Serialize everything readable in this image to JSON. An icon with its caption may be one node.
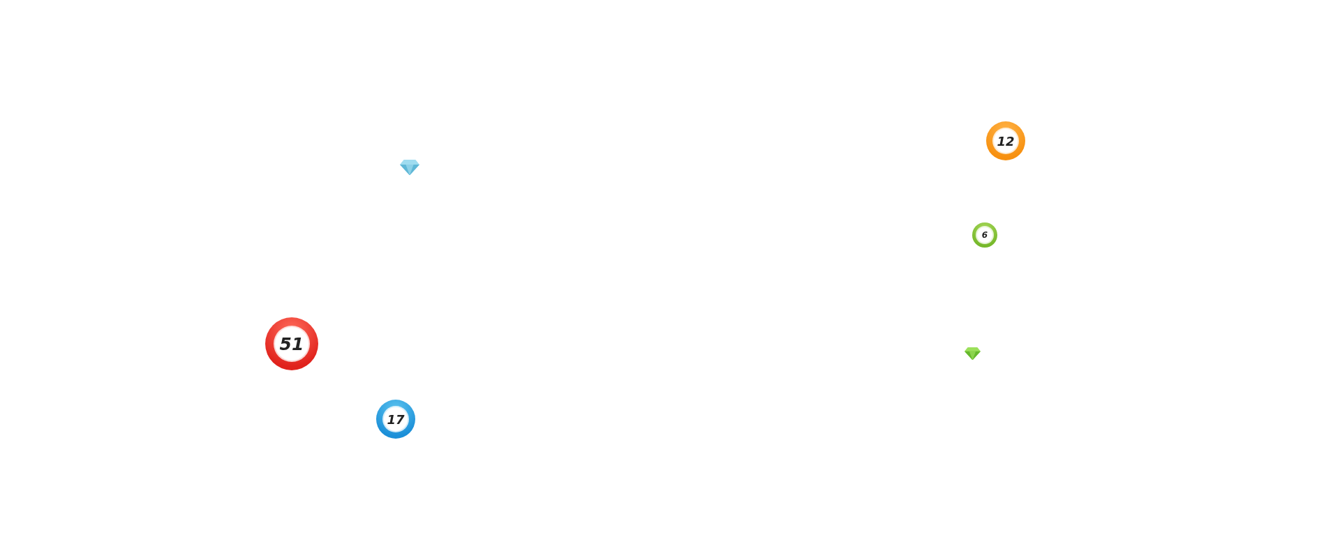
{
  "diagram": {
    "nodes": [
      {
        "text": [
          "12"
        ]
      },
      {
        "text": [
          "6"
        ]
      },
      {
        "text": [
          "51"
        ]
      },
      {
        "text": [
          "17"
        ]
      }
    ]
  }
}
